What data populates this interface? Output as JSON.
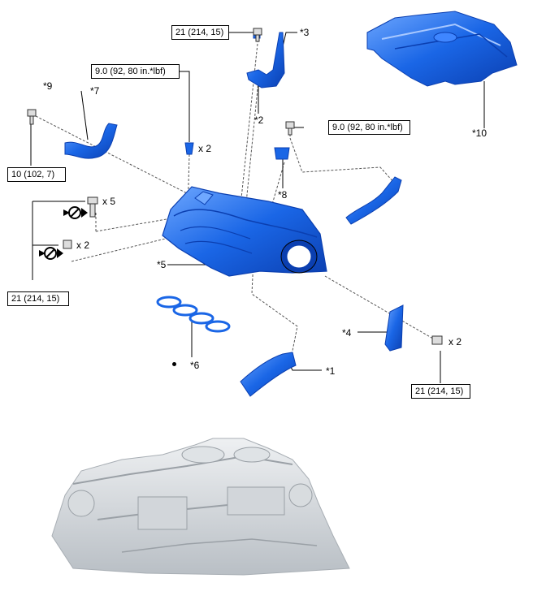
{
  "colors": {
    "part_blue": "#1a66e6",
    "part_dark": "#0b3fb0",
    "part_light": "#6fa8ff",
    "engine_gray": "#c8ccd0"
  },
  "torque_specs": {
    "t1": "21 (214, 15)",
    "t2": "9.0 (92, 80 in.*lbf)",
    "t3": "9.0 (92, 80 in.*lbf)",
    "t4": "10 (102, 7)",
    "t5": "21 (214, 15)",
    "t6": "21 (214, 15)"
  },
  "quantities": {
    "q1": "x 2",
    "q2": "x 5",
    "q3": "x 2",
    "q4": "x 2"
  },
  "callouts": {
    "c1": "*1",
    "c2": "*2",
    "c3": "*3",
    "c4": "*4",
    "c5": "*5",
    "c6": "*6",
    "c7": "*7",
    "c8": "*8",
    "c9": "*9",
    "c10": "*10"
  },
  "icons": [
    "bolt-icon",
    "no-reuse-icon",
    "non-reusable-dot-icon"
  ]
}
